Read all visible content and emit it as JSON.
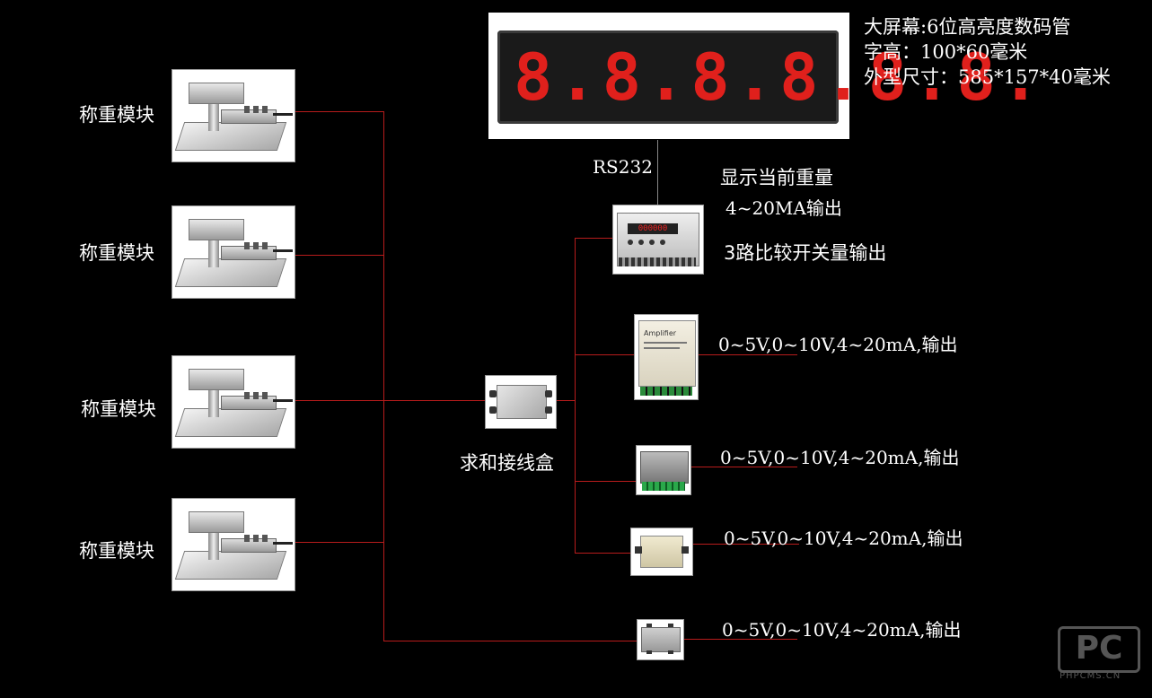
{
  "modules": [
    {
      "label": "称重模块"
    },
    {
      "label": "称重模块"
    },
    {
      "label": "称重模块"
    },
    {
      "label": "称重模块"
    }
  ],
  "junction_box": {
    "label": "求和接线盒"
  },
  "big_display": {
    "digits": "8.8.8.8.8.8.",
    "spec_line1": "大屏幕:6位高亮度数码管",
    "spec_line2": "字高：100*60毫米",
    "spec_line3": "外型尺寸：585*157*40毫米"
  },
  "rs232_label": "RS232",
  "indicator": {
    "line1": "显示当前重量",
    "line2": "4~20MA输出",
    "line3": "3路比较开关量输出",
    "screen": "000000"
  },
  "amplifier": {
    "label": "Amplifier",
    "output": "0~5V,0~10V,4~20mA,输出"
  },
  "transmitter_a": {
    "output": "0~5V,0~10V,4~20mA,输出"
  },
  "transmitter_b": {
    "output": "0~5V,0~10V,4~20mA,输出"
  },
  "transmitter_c": {
    "output": "0~5V,0~10V,4~20mA,输出"
  },
  "watermark": {
    "logo": "PC",
    "site": "PHPCMS.CN"
  },
  "colors": {
    "background": "#000000",
    "connector": "#b81c1c",
    "display_digit": "#e0201c"
  }
}
